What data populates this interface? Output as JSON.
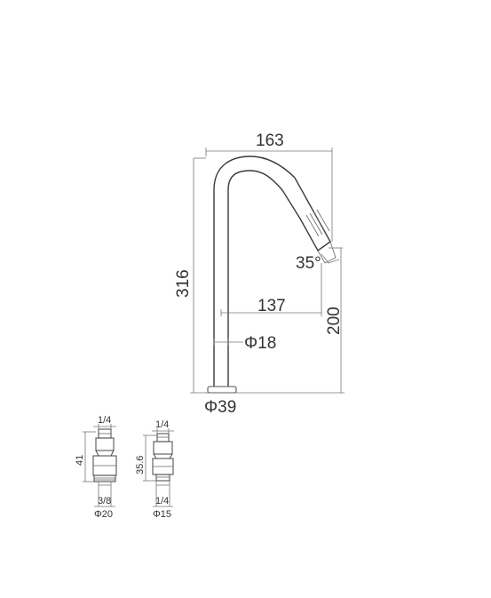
{
  "faucet": {
    "dimensions": {
      "overall_width": "163",
      "overall_height": "316",
      "spout_reach": "137",
      "spout_height": "200",
      "body_diameter": "Φ18",
      "base_diameter": "Φ39",
      "spout_angle": "35°"
    }
  },
  "fitting_left": {
    "top_thread": "1/4",
    "height": "41",
    "bottom_thread": "3/8",
    "diameter": "Φ20"
  },
  "fitting_right": {
    "top_thread": "1/4",
    "height": "35.6",
    "bottom_thread": "1/4",
    "diameter": "Φ15"
  },
  "colors": {
    "line": "#555555",
    "text": "#333333"
  }
}
